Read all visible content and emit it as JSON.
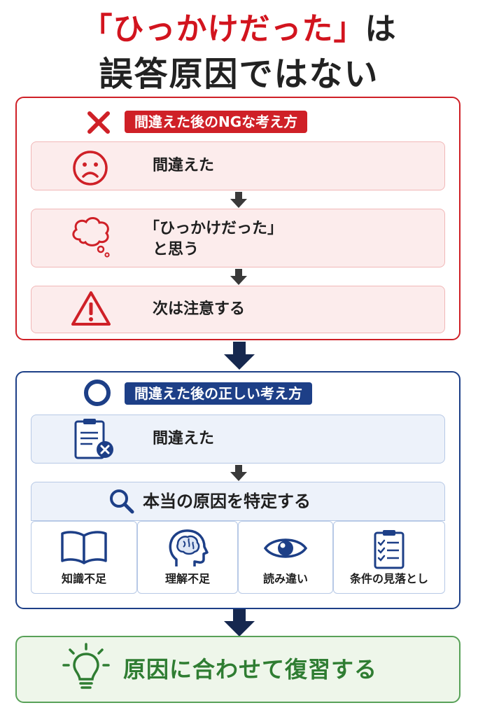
{
  "title": {
    "line1_quote": "「ひっかけだった」",
    "line1_suffix": "は",
    "line2": "誤答原因ではない"
  },
  "ng_section": {
    "label": "間違えた後のNGな考え方",
    "steps": [
      {
        "icon": "sad-face-icon",
        "text": "間違えた"
      },
      {
        "icon": "thought-bubble-icon",
        "text_line1": "「ひっかけだった」",
        "text_line2": "と思う"
      },
      {
        "icon": "warning-icon",
        "text": "次は注意する"
      }
    ],
    "color": "#cf2027"
  },
  "ok_section": {
    "label": "間違えた後の正しい考え方",
    "steps": [
      {
        "icon": "clipboard-x-icon",
        "text": "間違えた"
      },
      {
        "icon": "search-icon",
        "text": "本当の原因を特定する"
      }
    ],
    "causes": [
      {
        "icon": "book-icon",
        "label": "知識不足"
      },
      {
        "icon": "brain-head-icon",
        "label": "理解不足"
      },
      {
        "icon": "eye-icon",
        "label": "読み違い"
      },
      {
        "icon": "checklist-icon",
        "label": "条件の見落とし"
      }
    ],
    "color": "#1d3f87"
  },
  "final": {
    "icon": "lightbulb-icon",
    "text": "原因に合わせて復習する",
    "color": "#2f7d32"
  }
}
